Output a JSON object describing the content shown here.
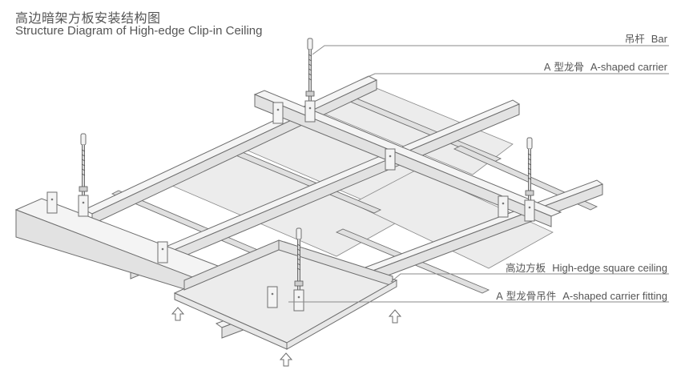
{
  "title": {
    "cn": "高边暗架方板安装结构图",
    "en": "Structure Diagram of High-edge Clip-in Ceiling"
  },
  "labels": [
    {
      "id": "bar",
      "cn": "吊杆",
      "en": "Bar"
    },
    {
      "id": "carrier",
      "cn": "A 型龙骨",
      "en": "A-shaped carrier"
    },
    {
      "id": "panel",
      "cn": "高边方板",
      "en": "High-edge square ceiling"
    },
    {
      "id": "fitting",
      "cn": "A 型龙骨吊件",
      "en": "A-shaped carrier fitting"
    }
  ],
  "colors": {
    "text": "#555555",
    "line": "#6e6e6e",
    "panel": "#ececec",
    "beam_face": "#e2e2e2",
    "beam_top": "#f4f4f4",
    "rod": "#9a9a9a"
  },
  "arrows": [
    "up-arrow",
    "up-arrow",
    "up-arrow"
  ]
}
